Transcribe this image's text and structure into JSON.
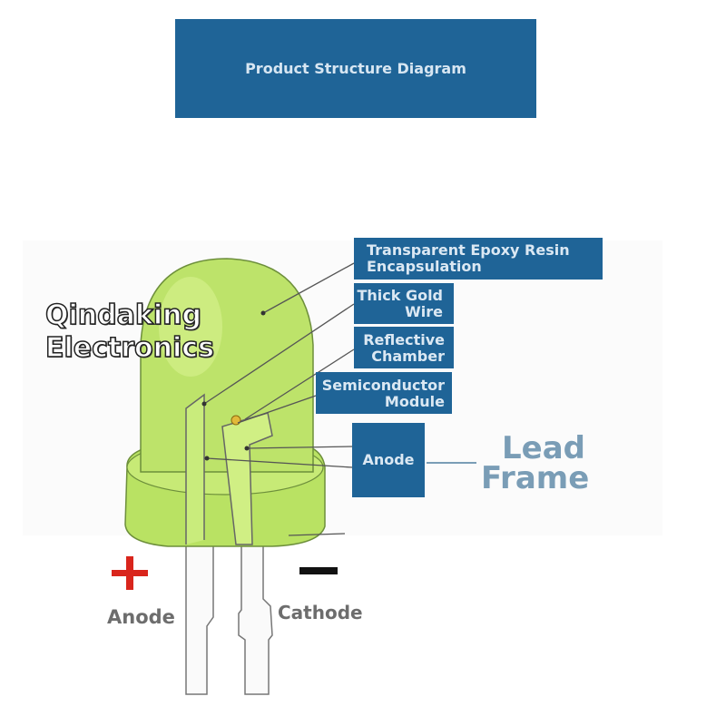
{
  "header": {
    "title": "Product Structure Diagram"
  },
  "brand": {
    "line1": "Qindaking",
    "line2": "Electronics"
  },
  "labels": {
    "epoxy": {
      "line1": "Transparent Epoxy Resin",
      "line2": "Encapsulation"
    },
    "gold_wire": {
      "line1": "Thick Gold",
      "line2": "Wire"
    },
    "reflective": {
      "line1": "Reflective",
      "line2": "Chamber"
    },
    "semiconductor": {
      "line1": "Semiconductor",
      "line2": "Module"
    },
    "anode_box": "Anode",
    "lead_frame": {
      "line1": "Lead",
      "line2": "Frame"
    }
  },
  "terminals": {
    "anode": "Anode",
    "cathode": "Cathode",
    "plus_symbol": "+",
    "minus_symbol": "−"
  },
  "colors": {
    "label_bg": "#1f6497",
    "led_body": "#b6e05a",
    "plus": "#d9251c",
    "lead_frame_text": "#7a9db6"
  }
}
